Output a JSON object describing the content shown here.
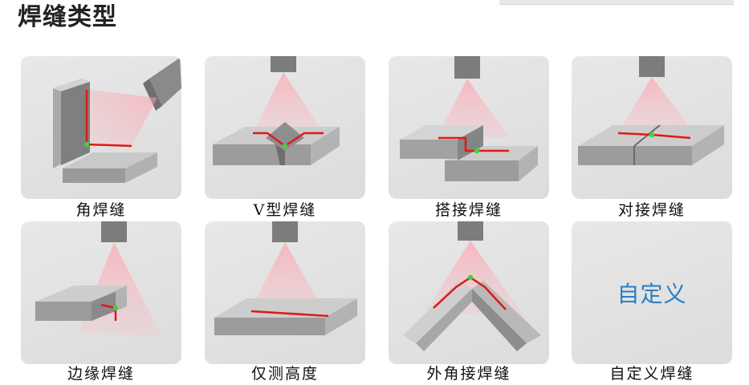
{
  "page": {
    "title": "焊缝类型"
  },
  "colors": {
    "accent": "#2a7fc4",
    "weld_line": "#e01818",
    "point": "#3fd23f",
    "laser": "#ff9aa6"
  },
  "weld_types": [
    {
      "id": "fillet",
      "label": "角焊缝",
      "icon": "fillet-weld-illustration"
    },
    {
      "id": "v-groove",
      "label": "V型焊缝",
      "icon": "v-groove-weld-illustration"
    },
    {
      "id": "lap",
      "label": "搭接焊缝",
      "icon": "lap-weld-illustration"
    },
    {
      "id": "butt",
      "label": "对接焊缝",
      "icon": "butt-weld-illustration"
    },
    {
      "id": "edge",
      "label": "边缘焊缝",
      "icon": "edge-weld-illustration"
    },
    {
      "id": "height-only",
      "label": "仅测高度",
      "icon": "height-measure-illustration"
    },
    {
      "id": "outside-corner",
      "label": "外角接焊缝",
      "icon": "outside-corner-weld-illustration"
    },
    {
      "id": "custom",
      "label": "自定义焊缝",
      "icon": "custom-weld-tile",
      "tile_text": "自定义"
    }
  ]
}
